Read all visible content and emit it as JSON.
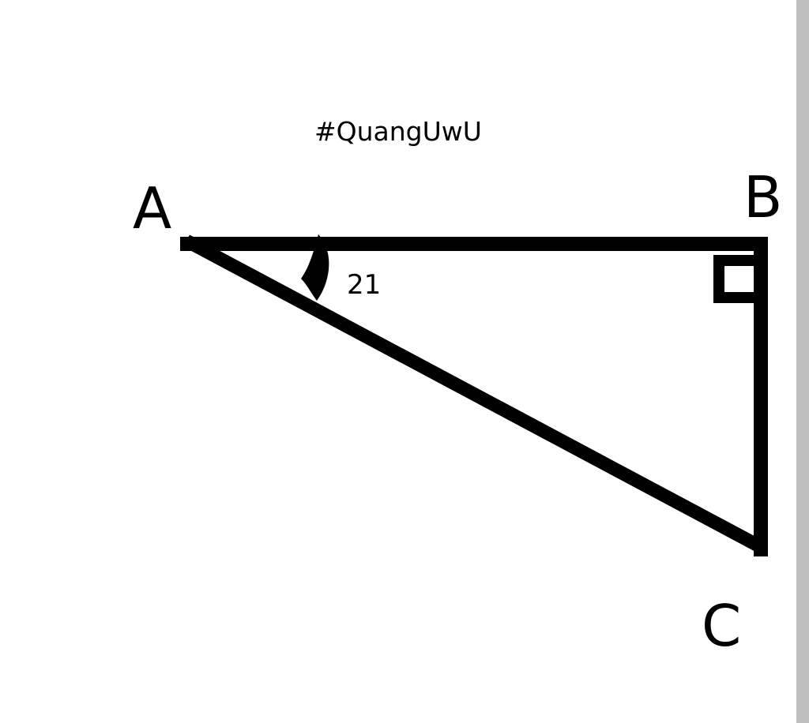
{
  "watermark": "#QuangUwU",
  "vertices": {
    "a": "A",
    "b": "B",
    "c": "C"
  },
  "angle_label": "21",
  "right_angle_at": "B",
  "colors": {
    "stroke": "#000000",
    "background": "#ffffff",
    "side_strip": "#bdbdbd"
  }
}
